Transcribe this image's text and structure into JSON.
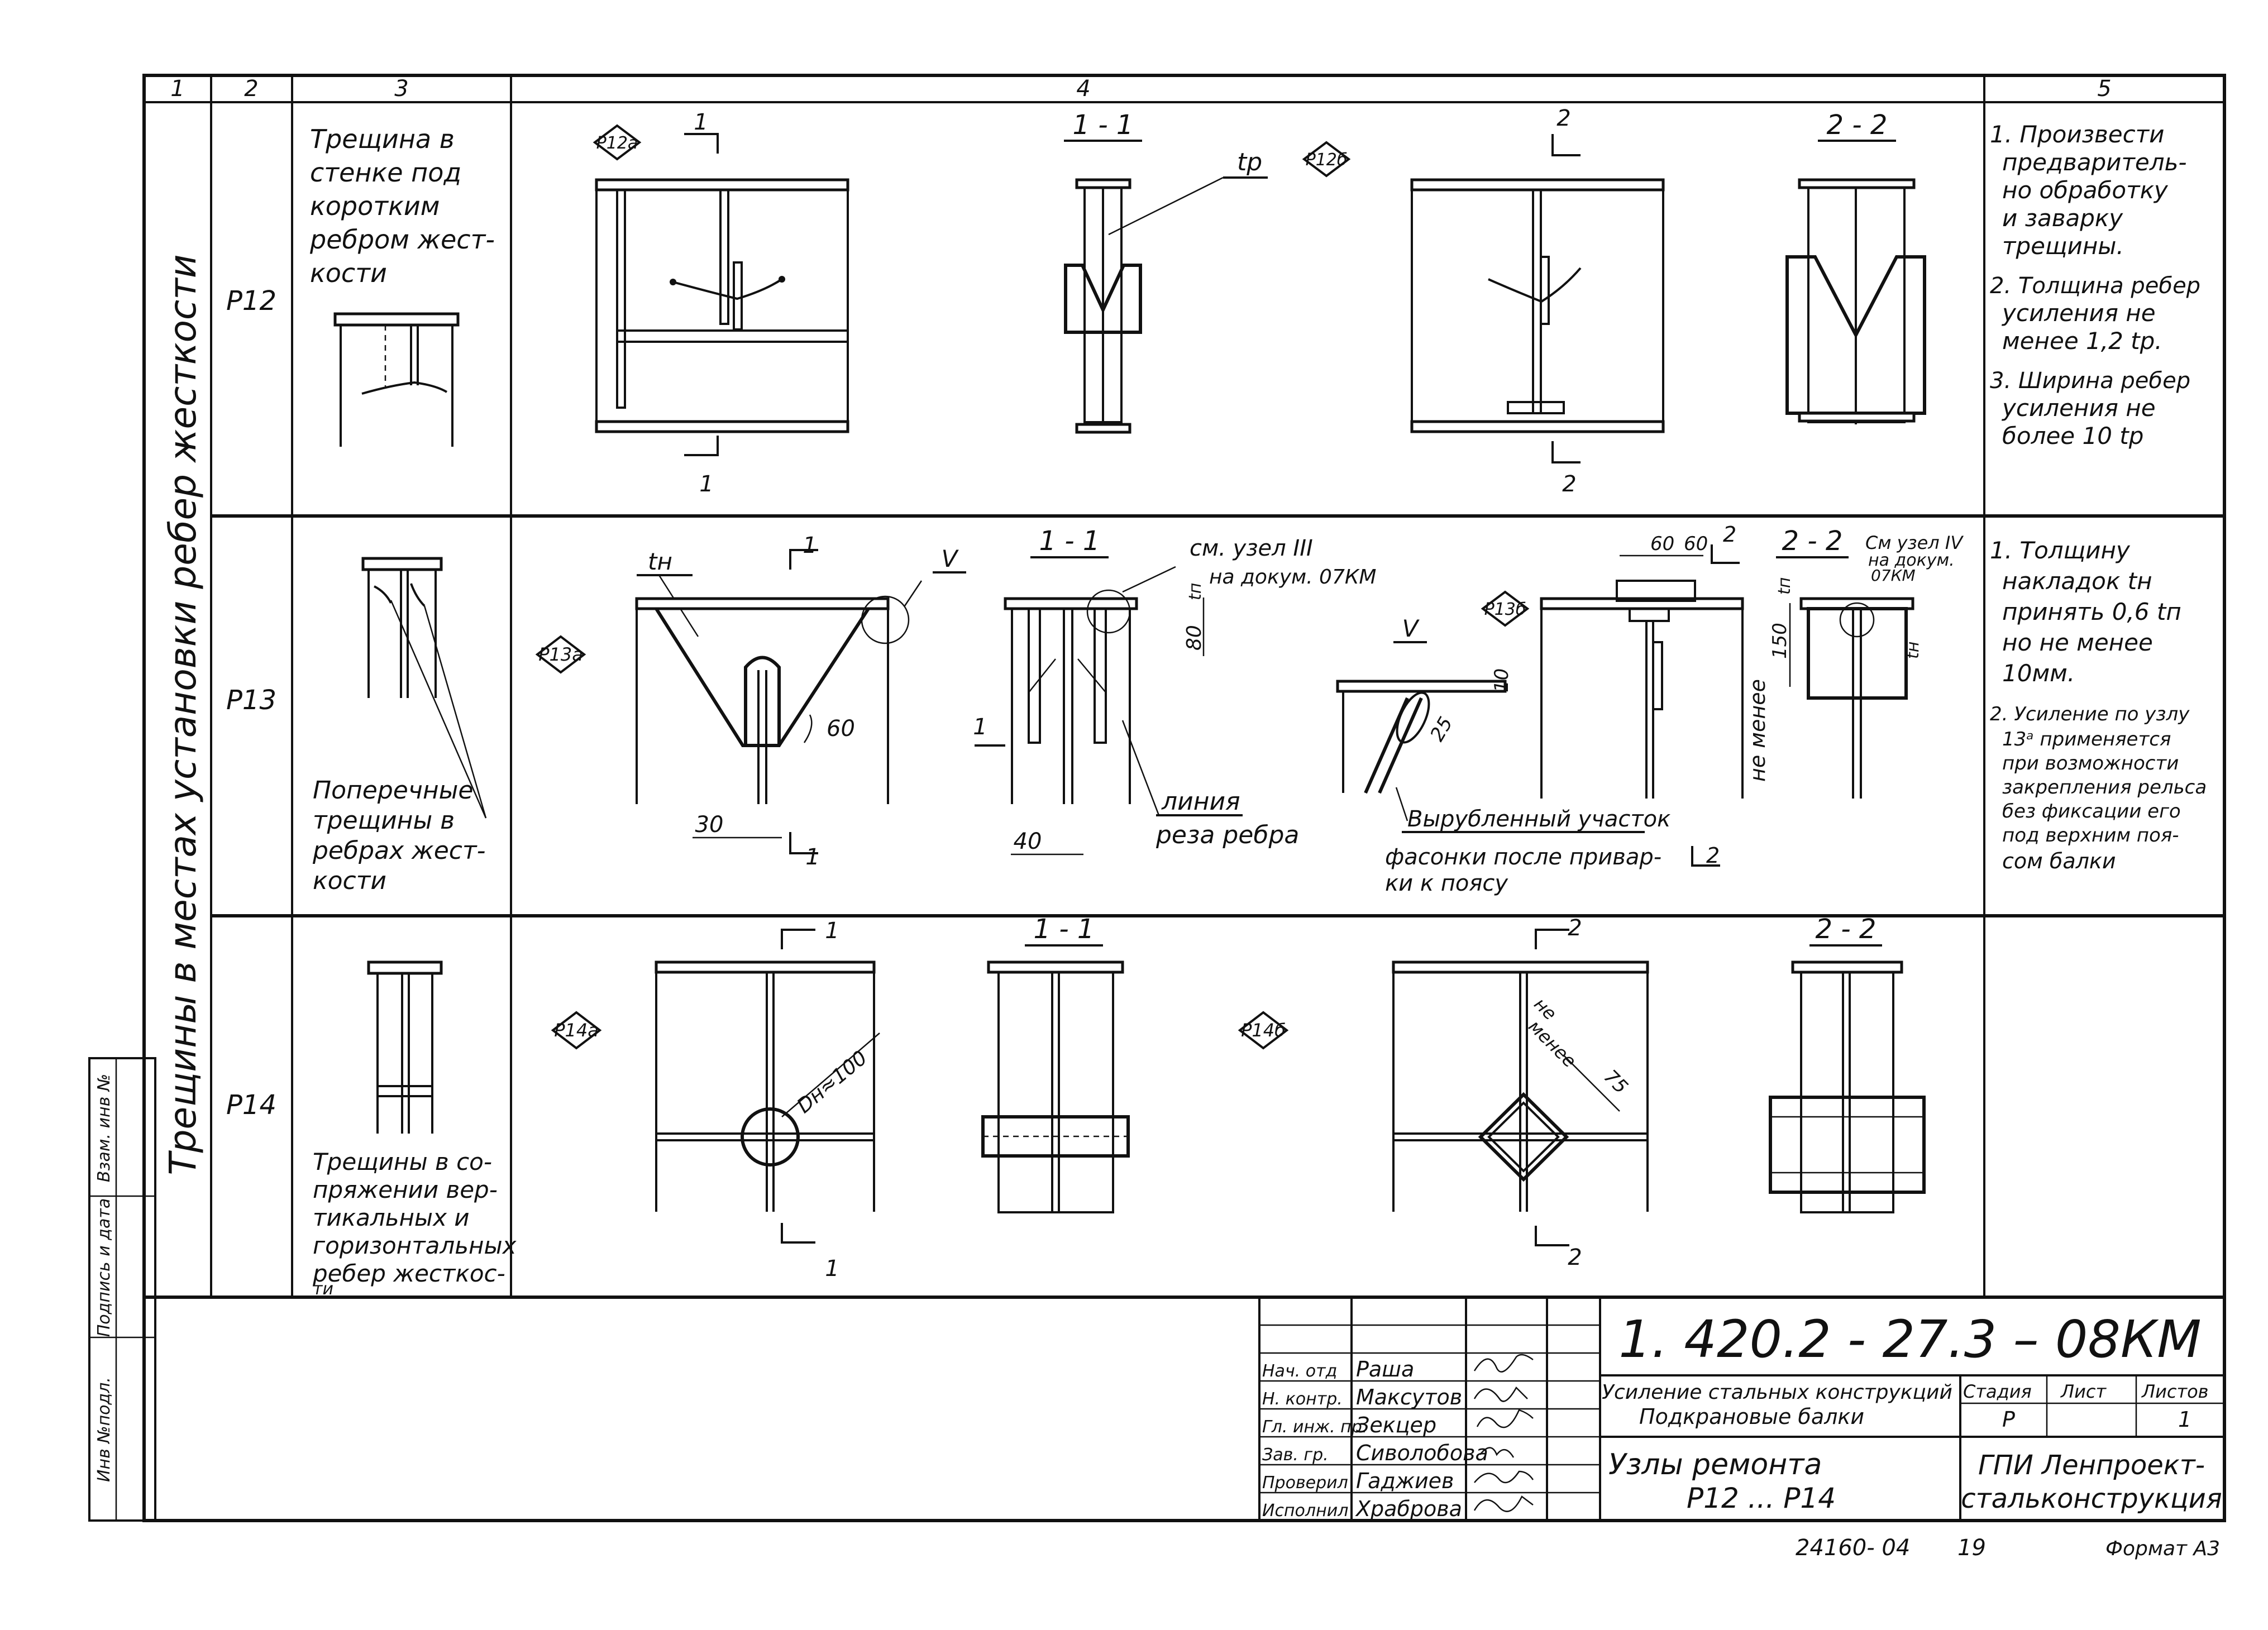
{
  "columns": {
    "c1": "1",
    "c2": "2",
    "c3": "3",
    "c4": "4",
    "c5": "5"
  },
  "side_title": "Трещины в местах установки ребер жесткости",
  "margin_labels": [
    "Взам. инв №",
    "Подпись и дата",
    "Инв №подл."
  ],
  "rows": [
    {
      "code": "Р12",
      "description": [
        "Трещина в",
        "стенке под",
        "коротким",
        "ребром жест-",
        "кости"
      ],
      "notes": [
        "1. Произвести",
        "предваритель-",
        "но обработку",
        "и заварку",
        "трещины.",
        "2. Толщина ребер",
        "усиления не",
        "менее 1,2 tр.",
        "3. Ширина ребер",
        "усиления не",
        "более 10 tр"
      ],
      "details": {
        "tag_a": "Р12а",
        "tag_b": "Р12б",
        "sec1": "1 - 1",
        "sec2": "2 - 2",
        "cut1": "1",
        "cut2": "2",
        "t_label": "tр"
      }
    },
    {
      "code": "Р13",
      "description": [
        "Поперечные",
        "трещины в",
        "ребрах жест-",
        "кости"
      ],
      "notes": [
        "1. Толщину",
        "накладок tн",
        "принять 0,6 tп",
        "но не менее",
        "10мм.",
        "2. Усиление по узлу",
        "13ᵃ применяется",
        "при возможности",
        "закрепления рельса",
        "без фиксации его",
        "под верхним поя-",
        "сом балки"
      ],
      "details": {
        "tag_a": "Р13а",
        "tag_b": "Р13б",
        "sec1": "1 - 1",
        "sec2": "2 - 2",
        "t_label": "tн",
        "node_v": "V",
        "angle": "60",
        "dim_30": "30",
        "dim_40": "40",
        "dim_80": "80",
        "dim_tn": "tп",
        "dim_10": "10",
        "dim_25": "25",
        "dim_60a": "60",
        "dim_60b": "60",
        "dim_150": "150",
        "ne_menee": "не менее",
        "tn_small": "tп",
        "th_small": "tн",
        "see_node_3": [
          "см. узел III",
          "на докум. 07КМ"
        ],
        "see_node_4": [
          "См узел IV",
          "на докум.",
          "07КМ"
        ],
        "cut_line": [
          "линия",
          "реза ребра"
        ],
        "cut_out": [
          "Вырубленный участок",
          "фасонки после привар-",
          "ки к поясу"
        ],
        "cut1": "1",
        "cut2": "2"
      }
    },
    {
      "code": "Р14",
      "description": [
        "Трещины в со-",
        "пряжении вер-",
        "тикальных и",
        "горизонтальных",
        "ребер жесткос-",
        "ти"
      ],
      "notes": [],
      "details": {
        "tag_a": "Р14а",
        "tag_b": "Р14б",
        "sec1": "1 - 1",
        "sec2": "2 - 2",
        "dia": "Dн≈100",
        "not_less": [
          "не",
          "менее"
        ],
        "dim_75": "75",
        "cut1": "1",
        "cut2": "2"
      }
    }
  ],
  "title_block": {
    "doc_code": "1. 420.2 - 27.3 – 08КМ",
    "roles": [
      {
        "role": "Нач. отд",
        "name": "Раша"
      },
      {
        "role": "Н. контр.",
        "name": "Максутов"
      },
      {
        "role": "Гл. инж. пр.",
        "name": "Зекцер"
      },
      {
        "role": "Зав. гр.",
        "name": "Сиволобова"
      },
      {
        "role": "Проверил",
        "name": "Гаджиев"
      },
      {
        "role": "Исполнил",
        "name": "Храброва"
      }
    ],
    "project": [
      "Усиление стальных конструкций",
      "Подкрановые балки"
    ],
    "sheet_title": [
      "Узлы ремонта",
      "Р12 ... Р14"
    ],
    "stage_label": "Стадия",
    "sheet_label": "Лист",
    "sheets_label": "Листов",
    "stage_value": "Р",
    "sheets_value": "1",
    "org": [
      "ГПИ Ленпроект-",
      "стальконструкция"
    ]
  },
  "footer": {
    "archive": "24160- 04",
    "page": "19",
    "format": "Формат А3"
  }
}
